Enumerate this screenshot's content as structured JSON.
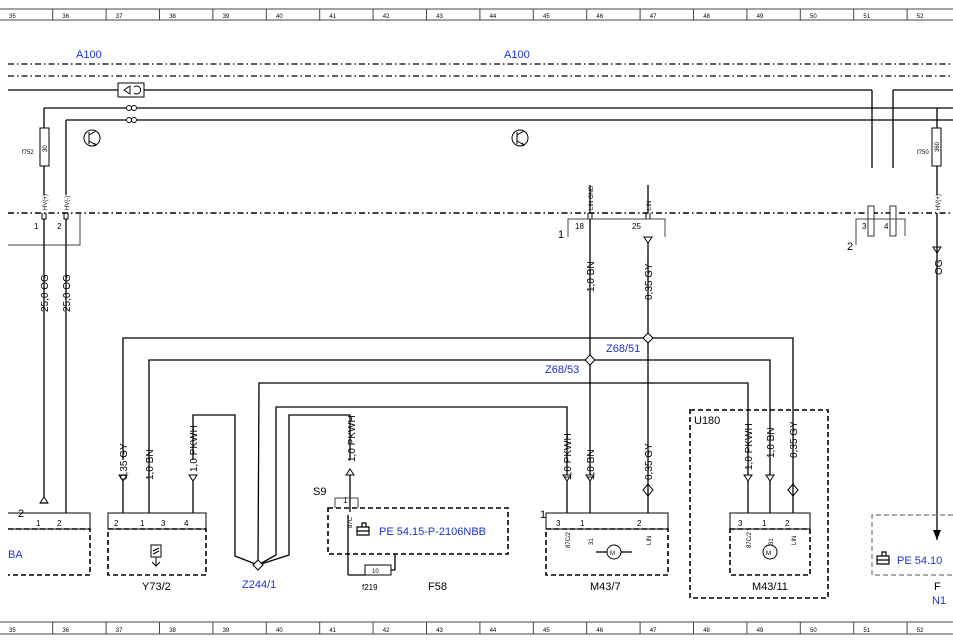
{
  "grid_columns": [
    "35",
    "36",
    "37",
    "38",
    "39",
    "40",
    "41",
    "42",
    "43",
    "44",
    "45",
    "46",
    "47",
    "48",
    "49",
    "50",
    "51",
    "52"
  ],
  "bus_labels": [
    "A100",
    "A100"
  ],
  "connectors": {
    "left_pins": [
      "1",
      "2"
    ],
    "left_pin_names": [
      "HV(+)",
      "HV(-)"
    ],
    "left_connector_num": "1",
    "mid_pins": [
      "18",
      "25"
    ],
    "mid_pin_names": [
      "LIN GND",
      "LIN"
    ],
    "right_pins": [
      "3",
      "4"
    ],
    "right_connector_num": "2",
    "right_pin_name": "HV(+)",
    "fuse_left": "f752",
    "fuse_left_value": "30",
    "fuse_right": "f750",
    "fuse_right_value": "360"
  },
  "wires": {
    "w_og_1": "25,0 OG",
    "w_og_2": "25,0 OG",
    "w_og_3": "OG",
    "w_bn_top": "1,0 BN",
    "w_gy_top": "0,35 GY",
    "w_gy_y73": "0,35 GY",
    "w_bn_y73": "1,0 BN",
    "w_pk_y73": "1,0 PKWH",
    "w_pk_f58": "1,0 PKWH",
    "w_pk_m437": "1,0 PKWH",
    "w_bn_m437": "1,0 BN",
    "w_gy_m437": "0,35 GY",
    "w_pk_m4311": "1,0 PKWH",
    "w_bn_m4311": "1,0 BN",
    "w_gy_m4311": "0,35 GY"
  },
  "splices": [
    "Z68/51",
    "Z68/53",
    "Z244/1"
  ],
  "components": {
    "left_box_text": "BA",
    "left_box_num": "2",
    "left_box_pins": [
      "1",
      "2"
    ],
    "y73": "Y73/2",
    "y73_pins": [
      "2",
      "1",
      "3",
      "4"
    ],
    "s9": "S9",
    "s9_pin": "1",
    "s9_pin_name": "87C",
    "f58": "F58",
    "f219": "f219",
    "f219_value": "10",
    "pe_ref_1": "PE 54.15-P-2106NBB",
    "pe_ref_2": "PE 54.10",
    "m437": "M43/7",
    "m437_num": "1",
    "m437_pins": [
      "3",
      "1",
      "2"
    ],
    "m437_pin_names": [
      "87C/2",
      "31",
      "LIN"
    ],
    "u180": "U180",
    "m4311": "M43/11",
    "m4311_pins": [
      "3",
      "1",
      "2"
    ],
    "m4311_pin_names": [
      "87C/2",
      "31",
      "LIN"
    ],
    "right_cut_1": "F",
    "right_cut_2": "N1"
  },
  "icons": [
    "transistor-icon",
    "motor-icon",
    "solenoid-valve-icon",
    "pointing-hand-icon",
    "fuse-icon"
  ]
}
